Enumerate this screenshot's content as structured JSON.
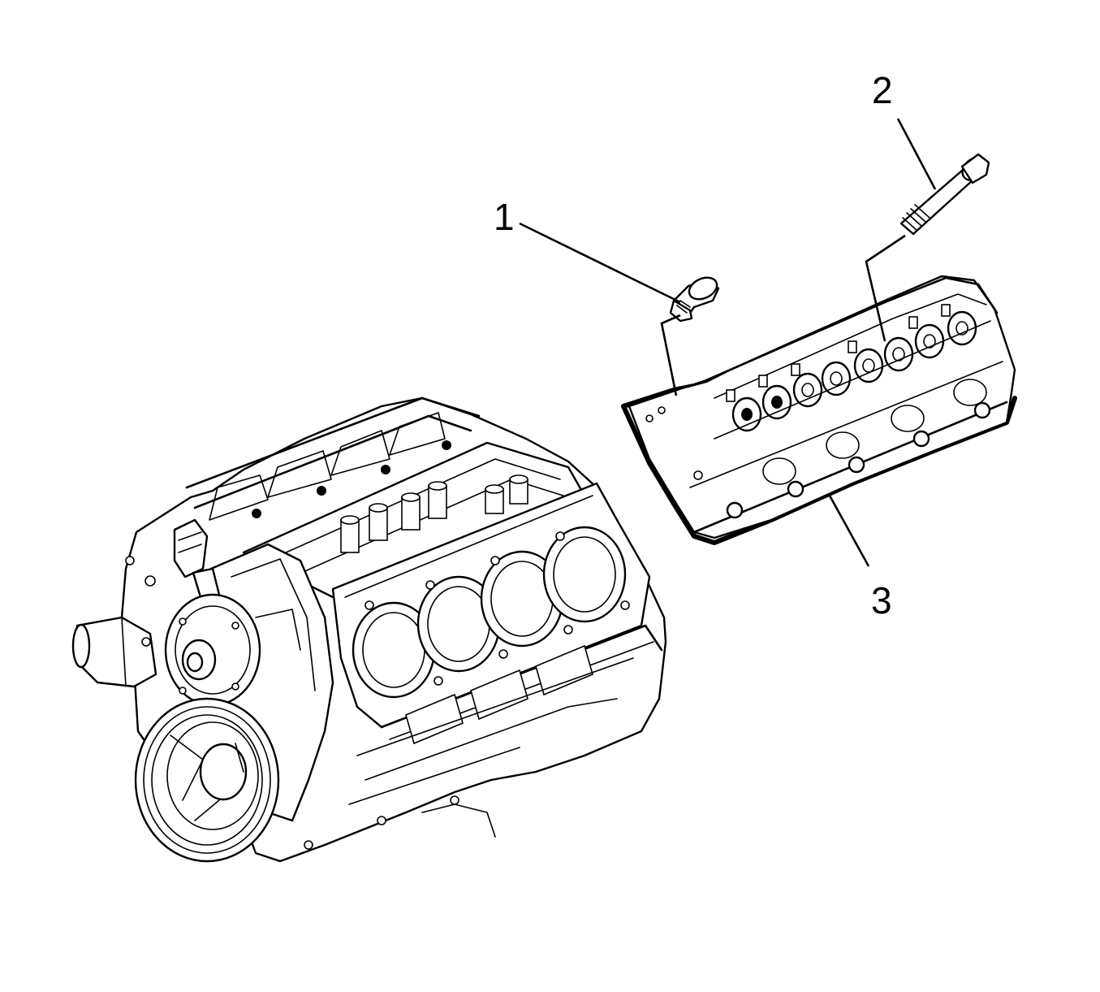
{
  "diagram": {
    "callouts": [
      {
        "id": "1",
        "label": "1"
      },
      {
        "id": "2",
        "label": "2"
      },
      {
        "id": "3",
        "label": "3"
      }
    ],
    "colors": {
      "ink": "#000000",
      "paper": "#ffffff"
    }
  }
}
